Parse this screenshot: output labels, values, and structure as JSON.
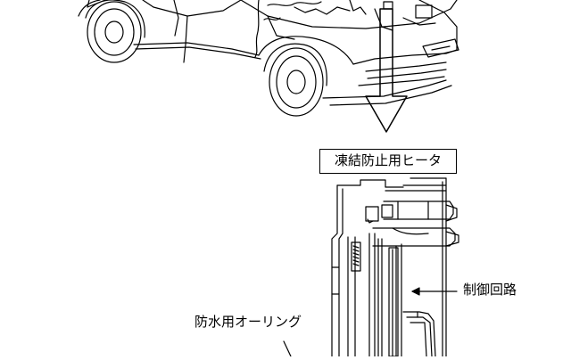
{
  "labels": {
    "heater_title": "凍結防止用ヒータ",
    "control_circuit": "制御回路",
    "waterproof_oring": "防水用オーリング"
  }
}
